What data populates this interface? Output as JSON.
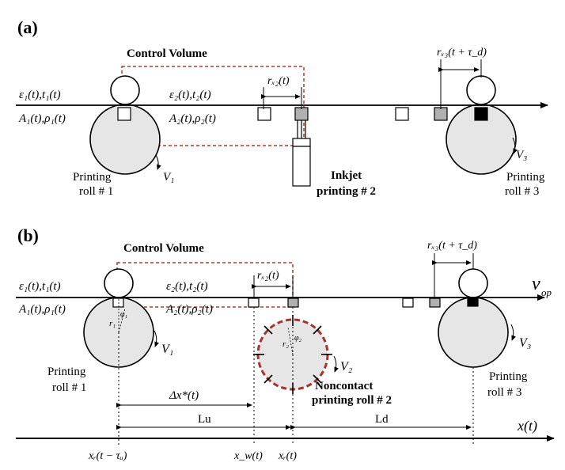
{
  "colors": {
    "roll_fill": "#e6e6e6",
    "control_volume": "#b03a2e",
    "noncontact_roll": "#a8322c",
    "mark_gray": "#b0b0b0",
    "ink": "#000000"
  },
  "panel_a": {
    "tag": "(a)",
    "control_volume": "Control Volume",
    "span1_eps_t": "ε₁(t),t₁(t)",
    "span1_area_rho": "A₁(t),ρ₁(t)",
    "span2_eps_t": "ε₂(t),t₂(t)",
    "span2_area_rho": "A₂(t),ρ₂(t)",
    "rx2": "rₓ₂(t)",
    "rx3": "rₓ₃(t + τ_d)",
    "v1": "V₁",
    "v3": "V₃",
    "roll1_line1": "Printing",
    "roll1_line2": "roll # 1",
    "roll3_line1": "Printing",
    "roll3_line2": "roll # 3",
    "inkjet_line1": "Inkjet",
    "inkjet_line2": "printing # 2"
  },
  "panel_b": {
    "tag": "(b)",
    "control_volume": "Control Volume",
    "span1_eps_t": "ε₁(t),t₁(t)",
    "span1_area_rho": "A₁(t),ρ₁(t)",
    "span2_eps_t": "ε₂(t),t₂(t)",
    "span2_area_rho": "A₂(t),ρ₂(t)",
    "rx2": "rₓ₂(t)",
    "rx3": "rₓ₃(t + τ_d)",
    "vop": "v",
    "vop_sub": "op",
    "r1": "r₁",
    "phi1": "φ₁",
    "r2": "r₂",
    "phi2": "φ₂",
    "v1": "V₁",
    "v2": "V₂",
    "v3": "V₃",
    "roll1_line1": "Printing",
    "roll1_line2": "roll # 1",
    "roll3_line1": "Printing",
    "roll3_line2": "roll # 3",
    "noncontact_line1": "Noncontact",
    "noncontact_line2": "printing roll  # 2",
    "delta_x": "Δx*(t)",
    "lu": "Lu",
    "ld": "Ld",
    "x_axis": "x(t)",
    "x_tick1": "xᵣ(t − τᵤ)",
    "x_tick2": "x_w(t)",
    "x_tick3": "xᵣ(t)"
  }
}
